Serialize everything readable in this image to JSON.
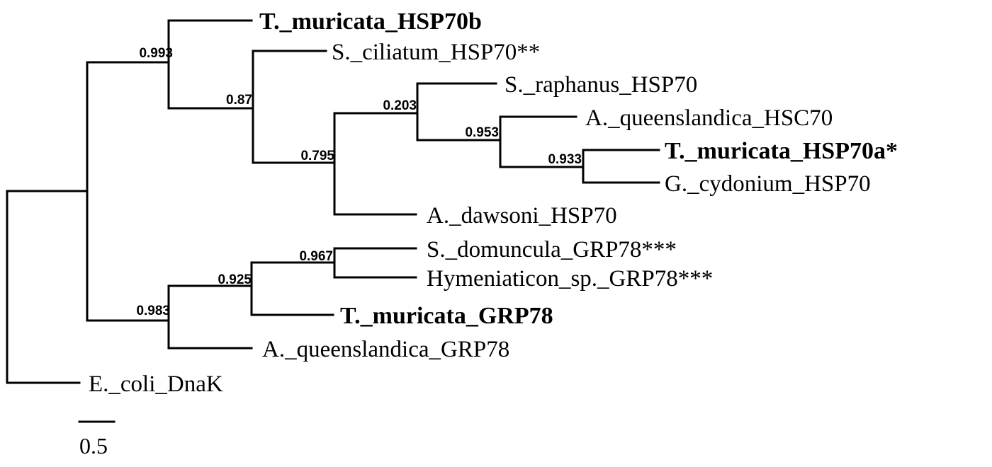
{
  "tree": {
    "leaves": {
      "tmur_hsp70b": {
        "label": "T._muricata_HSP70b",
        "bold": true
      },
      "sciliatum": {
        "label": "S._ciliatum_HSP70**",
        "bold": false
      },
      "sraphanus": {
        "label": "S._raphanus_HSP70",
        "bold": false
      },
      "aqueens_hsc70": {
        "label": "A._queenslandica_HSC70",
        "bold": false
      },
      "tmur_hsp70a": {
        "label": "T._muricata_HSP70a*",
        "bold": true
      },
      "gcydonium": {
        "label": "G._cydonium_HSP70",
        "bold": false
      },
      "adawsoni": {
        "label": "A._dawsoni_HSP70",
        "bold": false
      },
      "sdomuncula": {
        "label": "S._domuncula_GRP78***",
        "bold": false
      },
      "hymeniacidon": {
        "label": "Hymeniaticon_sp._GRP78***",
        "bold": false
      },
      "tmur_grp78": {
        "label": "T._muricata_GRP78",
        "bold": true
      },
      "aqueens_grp78": {
        "label": "A._queenslandica_GRP78",
        "bold": false
      },
      "ecoli": {
        "label": "E._coli_DnaK",
        "bold": false
      }
    },
    "support_values": {
      "n_hsp_clade": "0.993",
      "n_hsp_inner": "0.87",
      "n_core": "0.795",
      "n_sr_group": "0.203",
      "n_aq_group": "0.953",
      "n_tm_gc": "0.933",
      "n_grp_clade": "0.983",
      "n_grp_inner": "0.925",
      "n_sd_hym": "0.967"
    },
    "scale_bar": {
      "label": "0.5"
    }
  }
}
